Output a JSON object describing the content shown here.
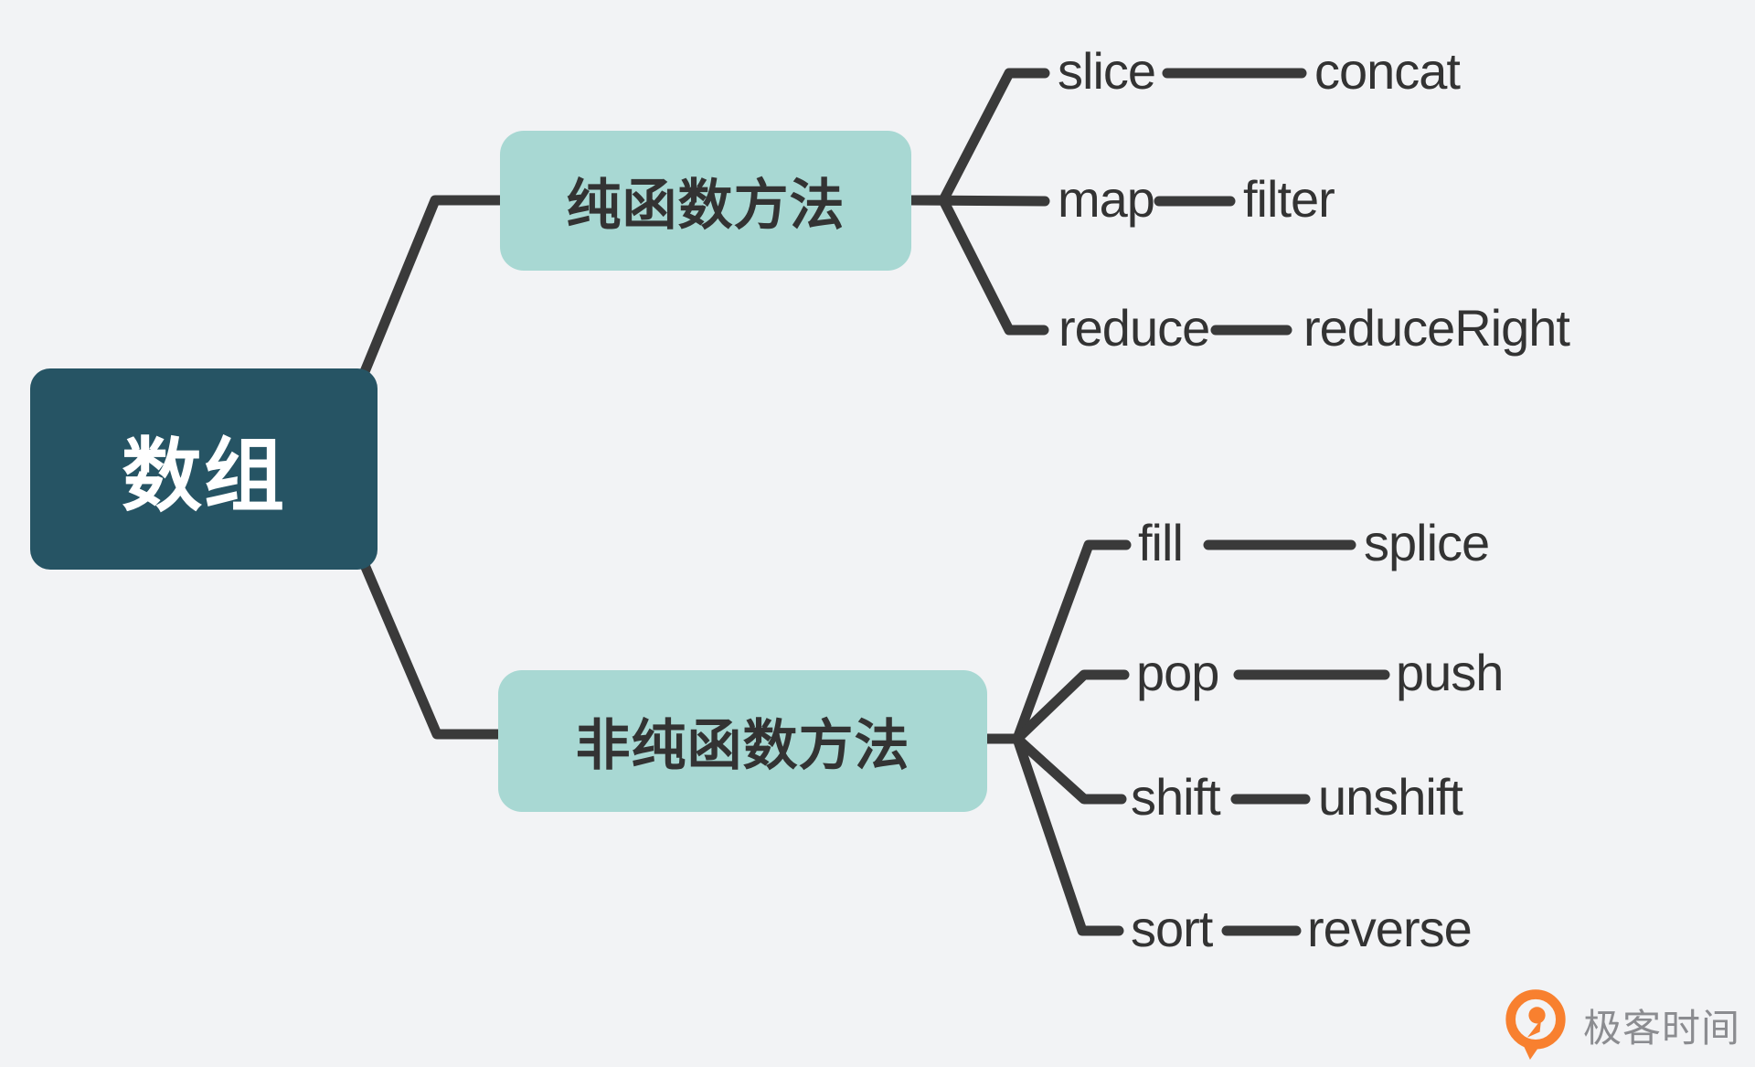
{
  "diagram": {
    "type": "mindmap",
    "root": {
      "label": "数组"
    },
    "branches": [
      {
        "label": "纯函数方法",
        "children": [
          {
            "left": "slice",
            "right": "concat"
          },
          {
            "left": "map",
            "right": "filter"
          },
          {
            "left": "reduce",
            "right": "reduceRight"
          }
        ]
      },
      {
        "label": "非纯函数方法",
        "children": [
          {
            "left": "fill",
            "right": "splice"
          },
          {
            "left": "pop",
            "right": "push"
          },
          {
            "left": "shift",
            "right": "unshift"
          },
          {
            "left": "sort",
            "right": "reverse"
          }
        ]
      }
    ],
    "colors": {
      "background": "#f2f3f5",
      "root_fill": "#265464",
      "root_text": "#ffffff",
      "branch_fill": "#a8d8d3",
      "line": "#3a3a3a",
      "text": "#333333",
      "logo_orange": "#f8802f",
      "logo_text": "#8b8c90"
    },
    "watermark": {
      "brand": "极客时间",
      "icon": "geektime-logo-icon"
    }
  }
}
